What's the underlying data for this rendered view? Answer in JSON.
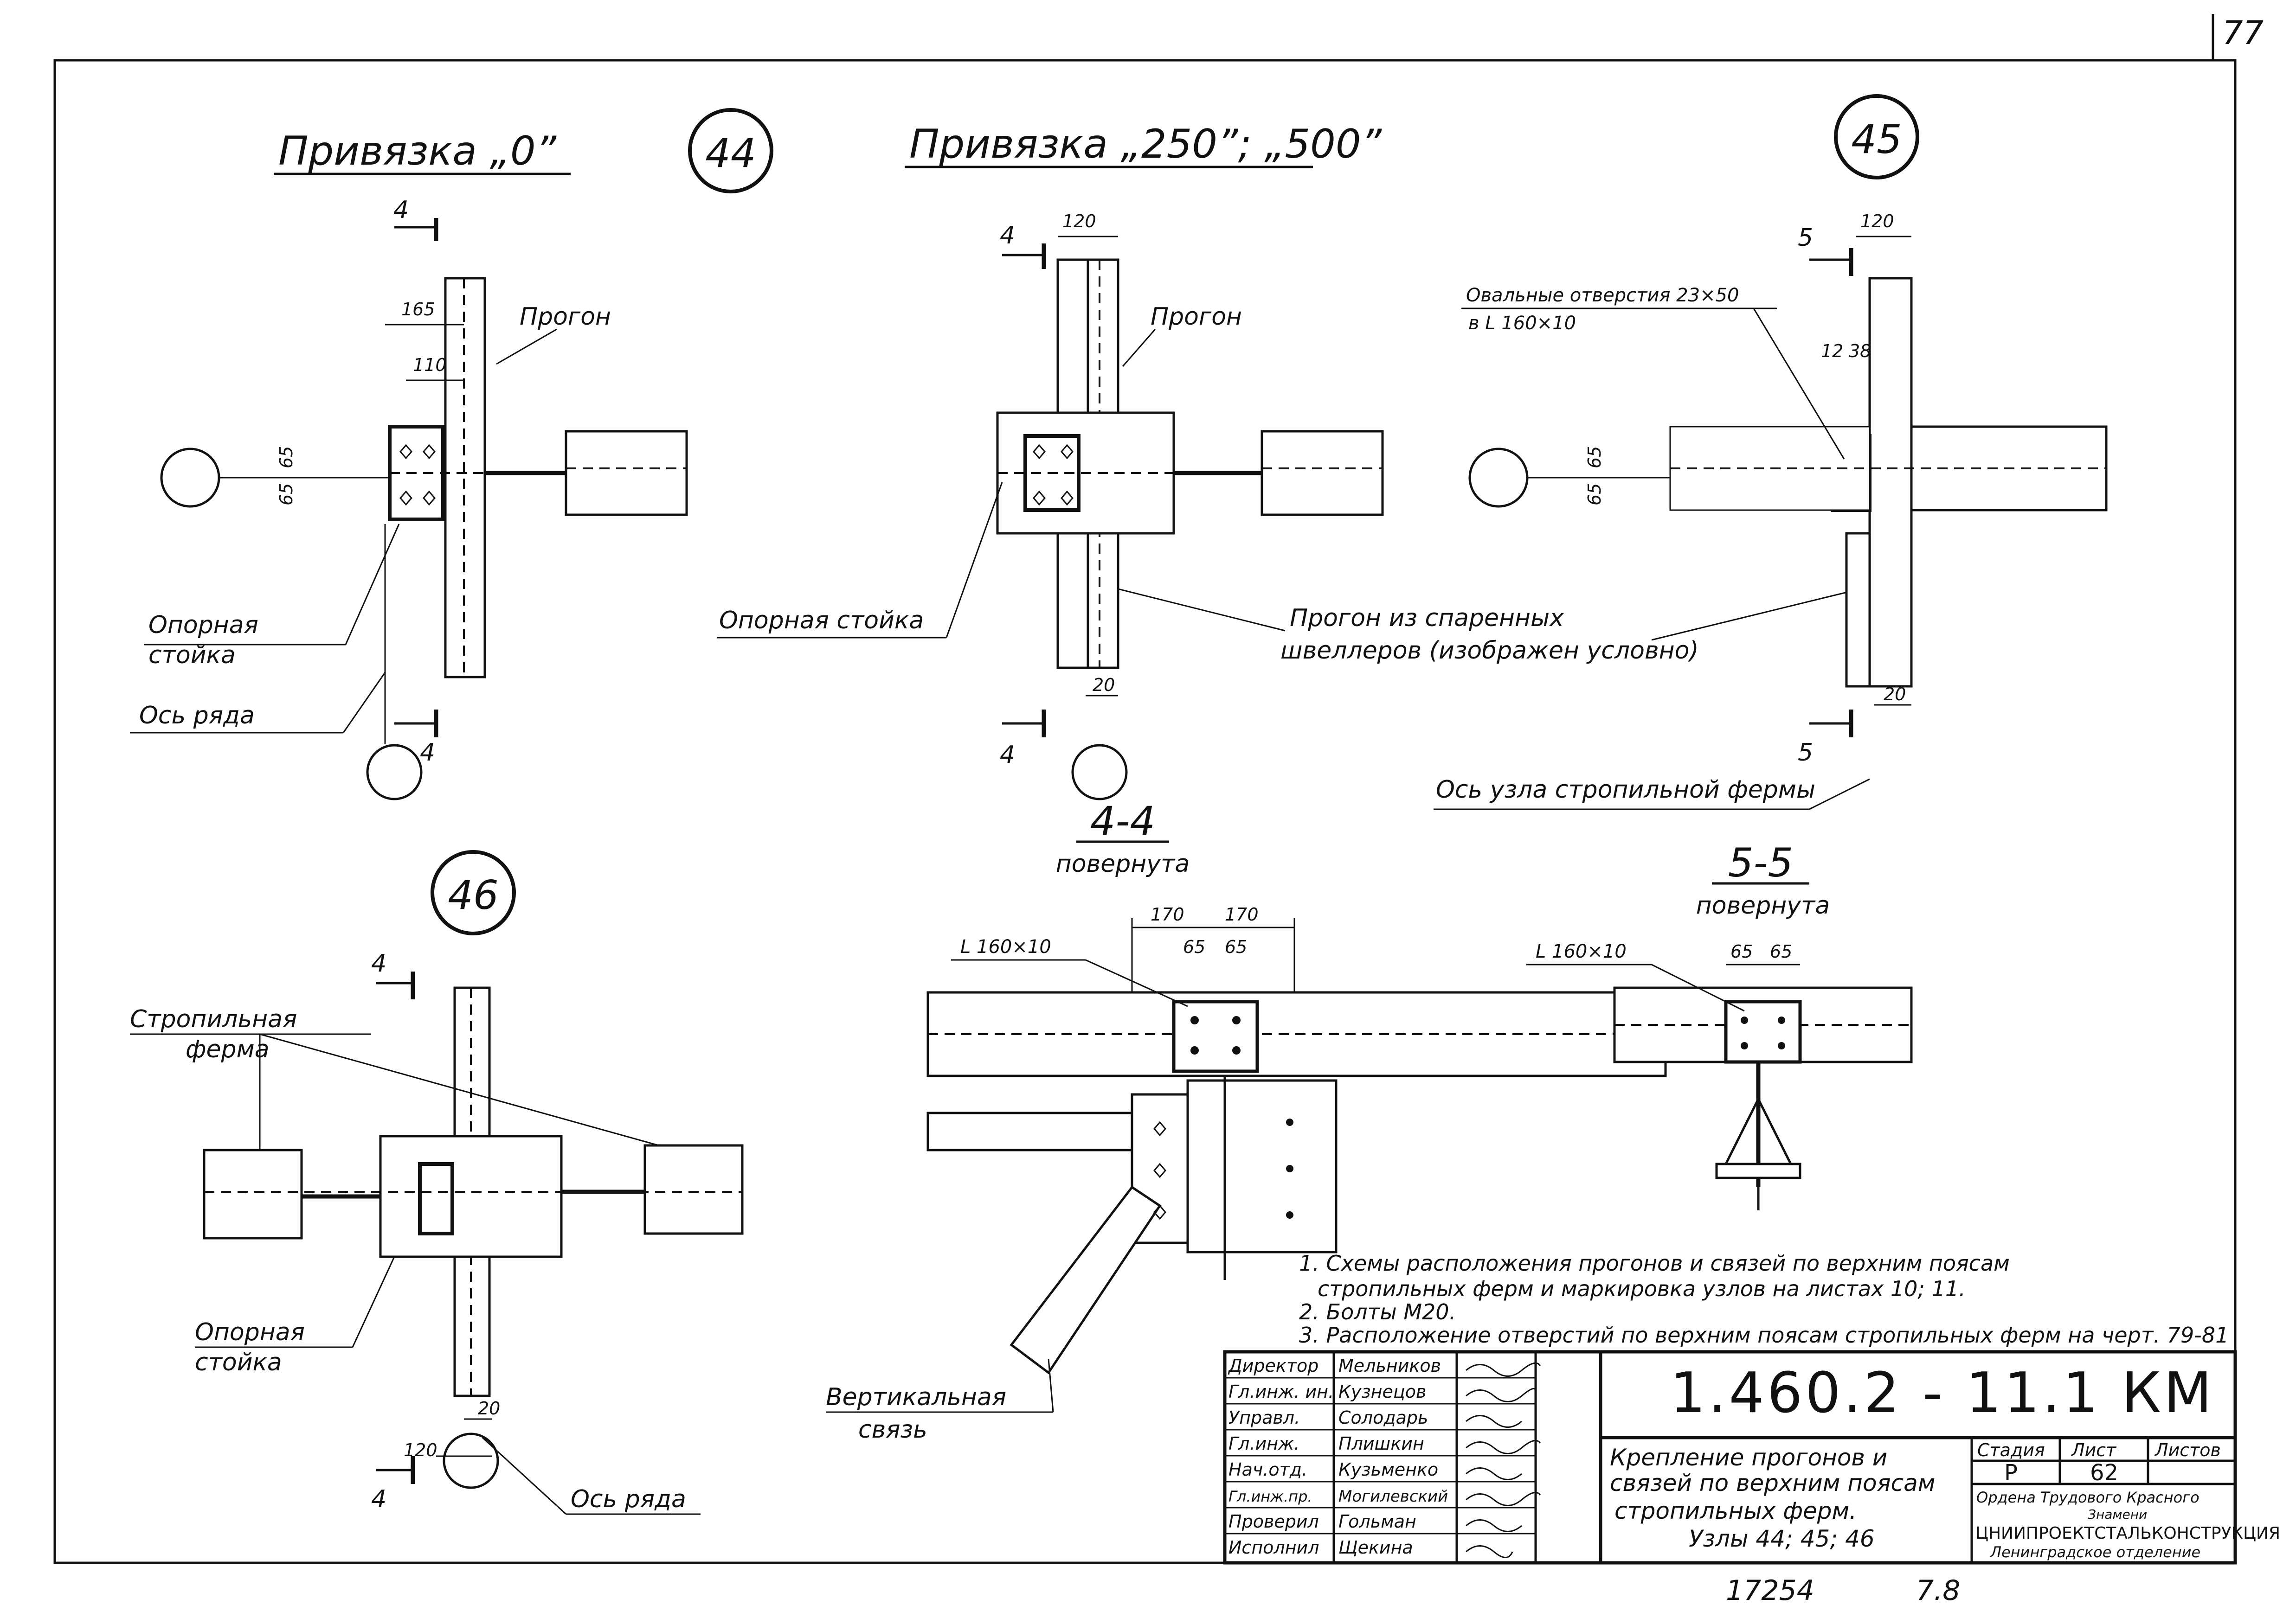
{
  "page": {
    "corner_number": "77"
  },
  "headings": {
    "binding_0": "Привязка „0”",
    "binding_250_500": "Привязка „250”; „500”",
    "section_44": "4-4",
    "section_44_sub": "повернута",
    "section_55": "5-5",
    "section_55_sub": "повернута"
  },
  "nodes": {
    "n44": "44",
    "n45": "45",
    "n46": "46"
  },
  "cut_marks": {
    "four": "4",
    "five": "5"
  },
  "labels": {
    "progon": "Прогон",
    "support_post": "Опорная стойка",
    "support_post_l1": "Опорная",
    "support_post_l2": "стойка",
    "row_axis": "Ось ряда",
    "paired_purlin_l1": "Прогон из спаренных",
    "paired_purlin_l2": "швеллеров (изображен условно)",
    "oval_holes": "Овальные отверстия 23×50",
    "oval_holes_sub": "в L 160×10",
    "truss_axis": "Ось узла стропильной фермы",
    "rafter_truss_l1": "Стропильная",
    "rafter_truss_l2": "ферма",
    "vertical_brace_l1": "Вертикальная",
    "vertical_brace_l2": "связь",
    "angle": "L 160×10"
  },
  "dims": {
    "d165": "165",
    "d110": "110",
    "d65": "65",
    "d120": "120",
    "d20": "20",
    "d12": "12",
    "d38": "38",
    "d170": "170"
  },
  "notes": [
    "1. Схемы расположения прогонов и связей по верхним поясам",
    "стропильных ферм и маркировка узлов на листах 10; 11.",
    "2. Болты М20.",
    "3. Расположение отверстий по верхним поясам стропильных ферм на черт. 79-81"
  ],
  "title_block": {
    "roles": [
      "Директор",
      "Гл.инж. ин.",
      "Управл.",
      "Гл.инж.",
      "Нач.отд.",
      "Гл.инж.пр.",
      "Проверил",
      "Исполнил"
    ],
    "names": [
      "Мельников",
      "Кузнецов",
      "Солодарь",
      "Плишкин",
      "Кузьменко",
      "Могилевский",
      "Гольман",
      "Щекина"
    ],
    "code": "1.460.2 - 11.1 КМ",
    "description": [
      "Крепление прогонов и",
      "связей по верхним поясам",
      "стропильных ферм.",
      "Узлы 44; 45; 46"
    ],
    "stage_header": "Стадия",
    "sheet_header": "Лист",
    "sheets_header": "Листов",
    "stage": "Р",
    "sheet": "62",
    "org": [
      "Ордена Трудового Красного",
      "Знамени",
      "ЦНИИПРОЕКТСТАЛЬКОНСТРУКЦИЯ",
      "Ленинградское отделение"
    ]
  },
  "bottom": {
    "inventory": "17254",
    "format": "7.8"
  }
}
